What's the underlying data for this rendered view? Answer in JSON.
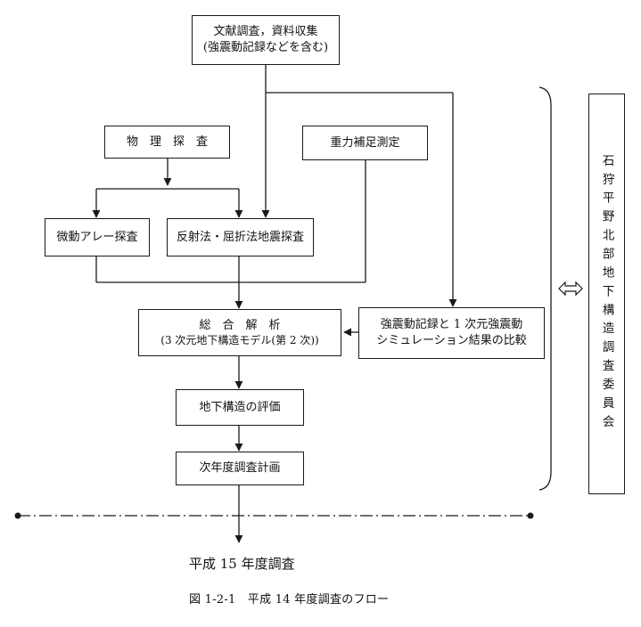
{
  "nodes": {
    "bunken": {
      "line1": "文献調査，資料収集",
      "line2": "(強震動記録などを含む)"
    },
    "butsuri": {
      "label": "物　理　探　査"
    },
    "juryoku": {
      "label": "重力補足測定"
    },
    "bidou": {
      "label": "微動アレー探査"
    },
    "hansha": {
      "label": "反射法・屈折法地震探査"
    },
    "sougou": {
      "line1": "総　合　解　析",
      "line2": "(3 次元地下構造モデル(第 2 次))"
    },
    "kyoshin": {
      "line1": "強震動記録と 1 次元強震動",
      "line2": "シミュレーション結果の比較"
    },
    "hyouka": {
      "label": "地下構造の評価"
    },
    "jinendo": {
      "label": "次年度調査計画"
    }
  },
  "committee": {
    "label": "石狩平野北部地下構造調査委員会",
    "link_icon": "double-arrow"
  },
  "next_year": {
    "label": "平成 15 年度調査"
  },
  "caption": {
    "text": "図 1-2-1　平成 14 年度調査のフロー"
  }
}
